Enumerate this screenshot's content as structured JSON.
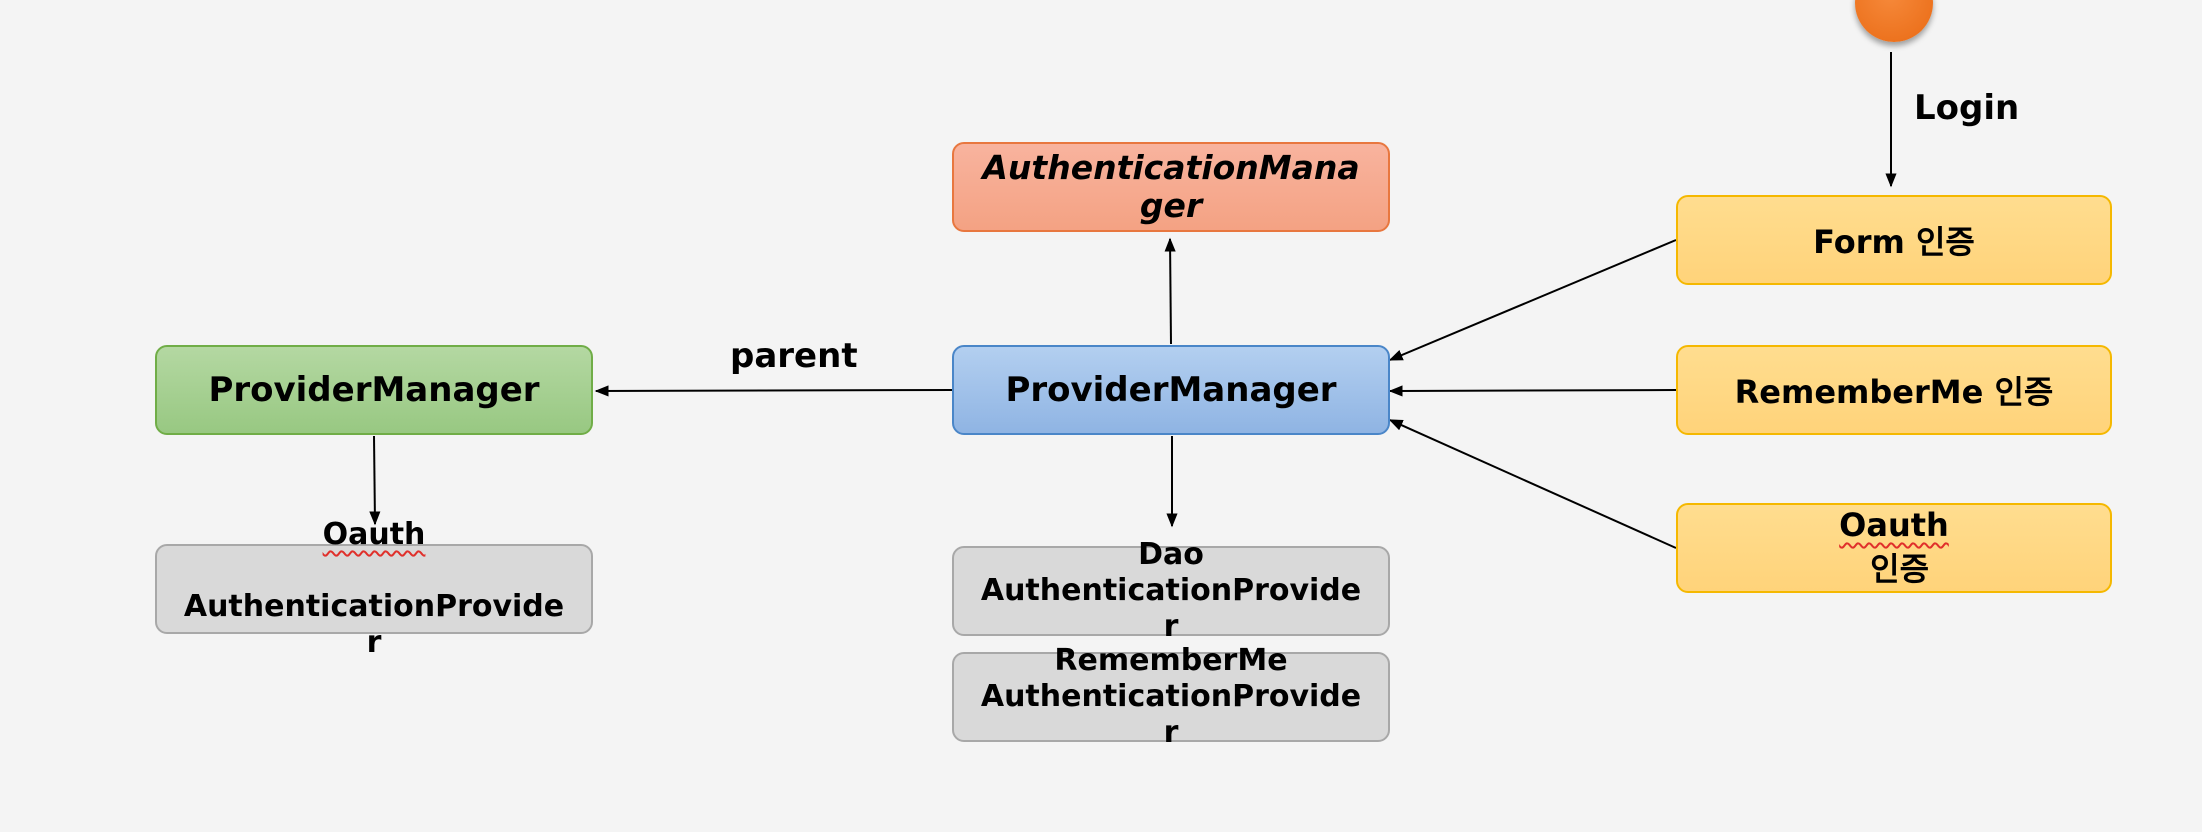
{
  "nodes": {
    "auth_manager": "AuthenticationMana\nger",
    "provider_manager_parent": "ProviderManager",
    "provider_manager_child": "ProviderManager",
    "oauth_provider": {
      "prefix": "Oauth",
      "rest": "AuthenticationProvide\nr"
    },
    "dao_provider": "Dao\nAuthenticationProvide\nr",
    "rememberme_provider": "RememberMe\nAuthenticationProvide\nr",
    "form_auth": "Form 인증",
    "rememberme_auth": "RememberMe 인증",
    "oauth_auth": {
      "prefix": "Oauth",
      "suffix": " 인증"
    }
  },
  "labels": {
    "parent": "parent",
    "login": "Login"
  },
  "colors": {
    "provider_manager_parent": "#a2cf8e",
    "provider_manager_child": "#9dbde8",
    "auth_manager": "#f6aa8c",
    "provider": "#d9d9d9",
    "auth_filter": "#ffd884",
    "start_node": "#ee7420"
  }
}
